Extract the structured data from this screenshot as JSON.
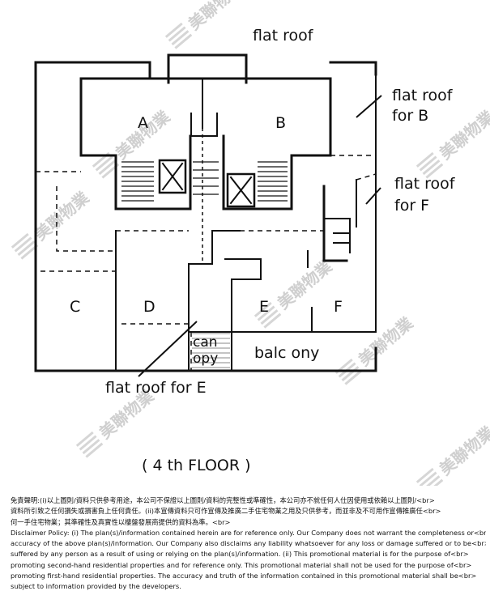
{
  "plan": {
    "labels": {
      "flat_roof": "flat roof",
      "flat_roof_b_line1": "flat roof",
      "flat_roof_b_line2": "for  B",
      "flat_roof_f_line1": "flat roof",
      "flat_roof_f_line2": "for  F",
      "unit_a": "A",
      "unit_b": "B",
      "unit_c": "C",
      "unit_d": "D",
      "unit_e": "E",
      "unit_f": "F",
      "canopy_line1": "can",
      "canopy_line2": "opy",
      "balcony": "balc ony",
      "flat_roof_e": "flat roof for E",
      "floor_title": "( 4 th FLOOR )"
    },
    "watermark": "美聯物業"
  },
  "disclaimer": {
    "lines": [
      "免責聲明:(i)以上圖則/資料只供參考用途，本公司不保證以上圖則/資料的完整性或準確性，本公司亦不就任何人仕因使用或依賴以上圖則/<br>",
      "資料所引致之任何損失或損害負上任何責任。(ii)本宣傳資料只可作宣傳及推廣二手住宅物業之用及只供參考，而並非及不可用作宣傳推廣任<br>",
      "何一手住宅物業；其準確性及真實性以樓盤發展商提供的資料為準。<br>",
      "Disclaimer Policy: (i) The plan(s)/information contained herein are for reference only. Our Company does not warrant the completeness or<br>",
      "accuracy of the above plan(s)/information. Our Company also disclaims any liability whatsoever for any loss or damage suffered or to be<br>",
      "suffered by any person as a result of using or relying on the plan(s)/information. (ii) This promotional material is for the purpose of<br>",
      "promoting second-hand residential properties and for reference only. This promotional material shall not be used for the purpose of<br>",
      "promoting first-hand residential properties. The accuracy and truth of the information contained in this promotional material shall be<br>",
      "subject to information provided by the developers."
    ]
  }
}
